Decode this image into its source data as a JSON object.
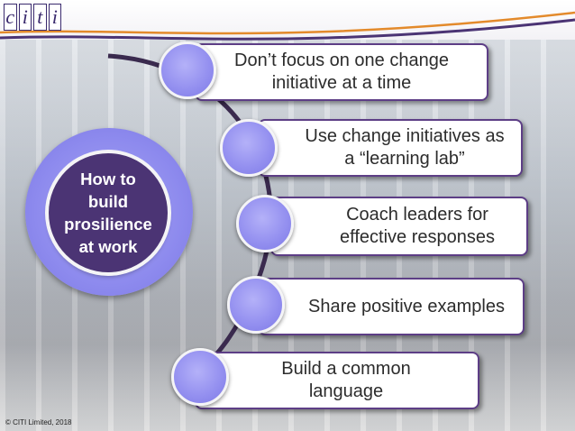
{
  "logo": {
    "letters": [
      "c",
      "i",
      "t",
      "i"
    ]
  },
  "hub": {
    "title": "How to\nbuild\nprosilience\nat work"
  },
  "items": [
    {
      "label": "Don’t focus on one change initiative at a time"
    },
    {
      "label": "Use change initiatives as a “learning lab”"
    },
    {
      "label": "Coach leaders for effective responses"
    },
    {
      "label": "Share positive examples"
    },
    {
      "label": "Build a common language"
    }
  ],
  "footer": {
    "copyright": "© CITI Limited, 2018"
  },
  "colors": {
    "accent_purple": "#4b3474",
    "bullet_lavender": "#9591f0",
    "box_border": "#5d3e86",
    "swoosh_orange": "#e38a2b"
  }
}
